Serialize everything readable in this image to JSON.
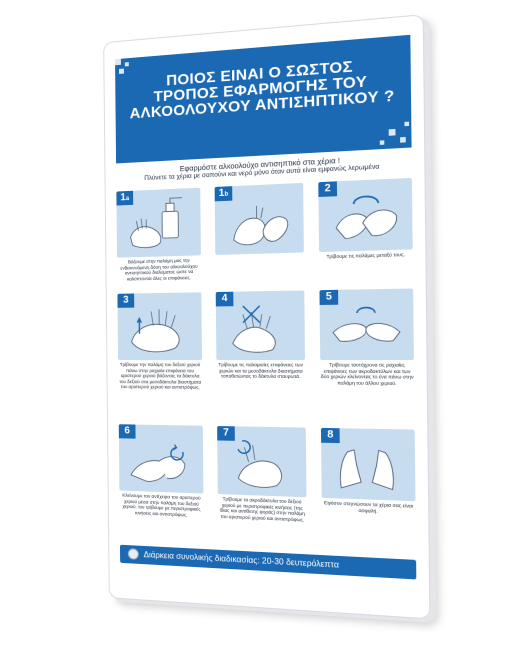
{
  "sign": {
    "title": "ΠΟΙΟΣ ΕΙΝΑΙ Ο ΣΩΣΤΟΣ\nΤΡΟΠΟΣ ΕΦΑΡΜΟΓΗΣ ΤΟΥ\nΑΛΚΟΟΛΟΥΧΟΥ ΑΝΤΙΣΗΠΤΙΚΟΥ ?",
    "intro_line1": "Εφαρμόστε αλκοολούχο αντισηπτικό στα χέρια !",
    "intro_line2": "Πλύνετε τα χέρια με σαπούνι και νερό μόνο όταν αυτά είναι εμφανώς λερωμένα",
    "steps": [
      {
        "num": "1",
        "sub": "a",
        "caption": "Βάζουμε στην παλάμη μας την ενδεικνυόμενη δόση του αλκοολούχου αντισηπτικού διαλύματος ώστε να καλύπτονται όλες οι επιφάνειες."
      },
      {
        "num": "1",
        "sub": "b",
        "caption": ""
      },
      {
        "num": "2",
        "sub": "",
        "caption": "Τρίβουμε τις παλάμες μεταξύ τους."
      },
      {
        "num": "3",
        "sub": "",
        "caption": "Τρίβουμε την παλάμη του δεξιού χεριού πάνω στην ραχιαία επιφάνεια του αριστερού χεριού βάζοντας τα δάκτυλα του δεξιού στα μεσοδάκτυλα διαστήματα του αριστερού χεριού και αντιστρόφως."
      },
      {
        "num": "4",
        "sub": "",
        "caption": "Τρίβουμε τις παλαμιαίες επιφάνειες των χεριών και τα μεσοδάκτυλα διαστήματα τοποθετώντας το δάκτυλα σταυρωτά."
      },
      {
        "num": "5",
        "sub": "",
        "caption": "Τρίβουμε ταυτόχρονα τις ραχιαίες επιφάνειες των ακροδακτύλων και των δύο χεριών κλείνοντας το ένα πάνω στην παλάμη του άλλου χεριού."
      },
      {
        "num": "6",
        "sub": "",
        "caption": "Κλείνουμε τον αντίχειρα του αριστερού χεριού μέσα στην παλάμη του δεξιού χεριού, τον τρίβουμε με περιστροφικές κινήσεις και αντιστρόφως."
      },
      {
        "num": "7",
        "sub": "",
        "caption": "Τρίβουμε τα ακροδάκτυλα του δεξιού χεριού με περιστροφικές κινήσεις (της ίδιας και αντίθετης φοράς) στην παλάμη του αριστερού χεριού και αντιστρόφως."
      },
      {
        "num": "8",
        "sub": "",
        "caption": "Εφόσον στεγνώσουν τα χέρια σας είναι ασφαλή."
      }
    ],
    "footer": "Διάρκεια συνολικής διαδικασίας: 20-30 δευτερόλεπτα"
  },
  "colors": {
    "accent": "#1b68b3",
    "panel_bg": "#c8dcef",
    "text": "#222a38"
  },
  "icons": [
    "hand-icon",
    "sanitizer-bottle-icon",
    "rotation-arrow-icon",
    "clock-icon"
  ]
}
